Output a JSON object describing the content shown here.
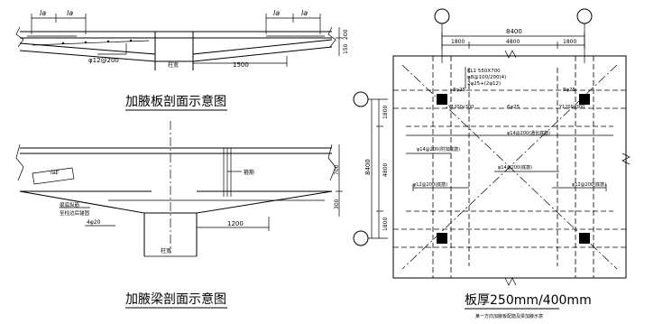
{
  "top_section": {
    "la_left_1": "la",
    "la_left_2": "la",
    "la_right_1": "la",
    "la_right_2": "la",
    "bar_label": "φ12@200",
    "col_label": "柱宽",
    "haunch_len": "1500",
    "dim_200": "200",
    "dim_150": "150",
    "caption": "加腋板剖面示意图"
  },
  "bottom_section": {
    "lae": "laE",
    "stirrup_note": "箍筋",
    "beam_note_1": "梁底纵筋",
    "beam_note_2": "至柱边后锚固",
    "bar": "4φ20",
    "haunch_len": "1200",
    "col_label": "柱宽",
    "dim_700": "700",
    "dim_300": "300",
    "caption": "加腋梁剖面示意图"
  },
  "plan": {
    "total_top": "8400",
    "dim_a": "1800",
    "dim_b": "4800",
    "dim_c": "1800",
    "total_left": "8400",
    "v_a": "1800",
    "v_b": "4800",
    "v_c": "1800",
    "beam_id": "KL1  550X700",
    "beam_stir": "φ8@100/200(4)",
    "beam_bars": "2φ25+(2φ12)",
    "bar_8_25_l": "8φ25",
    "bar_8_25_r": "8φ25",
    "bar_6_25": "6φ25",
    "y_left": "Y1200x300",
    "y_right": "Y1200x300",
    "note_upper": "φ14@200(通长底筋)",
    "note_mid_left": "φ14@200(附加底筋)",
    "note_mid": "φ14@200(底筋)",
    "note_l": "φ12@200(底筋)",
    "note_r": "φ12@200(底筋)",
    "caption": "板厚250mm/400mm",
    "subcaption": "某一方向加腋板配筋及梁加腋示意"
  }
}
